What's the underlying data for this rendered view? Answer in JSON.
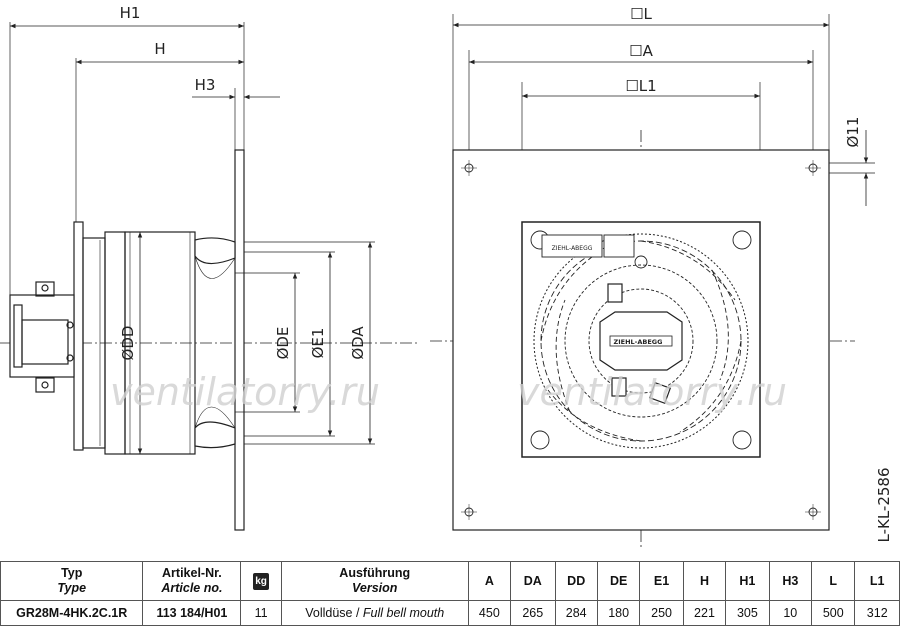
{
  "drawing": {
    "side_labels": {
      "h1": "H1",
      "h": "H",
      "h3": "H3",
      "dd": "ØDD",
      "de": "ØDE",
      "e1": "ØE1",
      "da": "ØDA"
    },
    "front_labels": {
      "l": "☐L",
      "a": "☐A",
      "l1": "☐L1",
      "d11": "Ø11"
    },
    "drawing_code": "L-KL-2586",
    "watermark": "ventilatorry.ru",
    "badge_text": "ZIEHL-ABEGG"
  },
  "table": {
    "headers": [
      {
        "de": "Typ",
        "en": "Type"
      },
      {
        "de": "Artikel-Nr.",
        "en": "Article no."
      },
      {
        "de": "kg",
        "en": ""
      },
      {
        "de": "Ausführung",
        "en": "Version"
      },
      {
        "de": "A",
        "en": ""
      },
      {
        "de": "DA",
        "en": ""
      },
      {
        "de": "DD",
        "en": ""
      },
      {
        "de": "DE",
        "en": ""
      },
      {
        "de": "E1",
        "en": ""
      },
      {
        "de": "H",
        "en": ""
      },
      {
        "de": "H1",
        "en": ""
      },
      {
        "de": "H3",
        "en": ""
      },
      {
        "de": "L",
        "en": ""
      },
      {
        "de": "L1",
        "en": ""
      }
    ],
    "row": {
      "type": "GR28M-4HK.2C.1R",
      "article": "113 184/H01",
      "kg": "11",
      "version_de": "Volldüse / ",
      "version_en": "Full bell mouth",
      "a": "450",
      "da": "265",
      "dd": "284",
      "de": "180",
      "e1": "250",
      "h": "221",
      "h1": "305",
      "h3": "10",
      "l": "500",
      "l1": "312"
    }
  }
}
